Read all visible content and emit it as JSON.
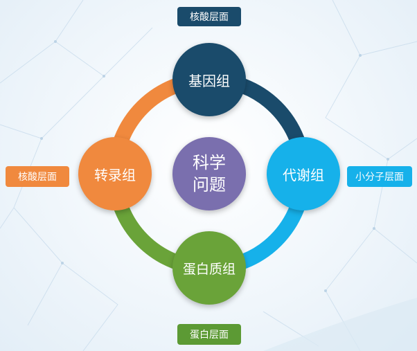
{
  "nodes": {
    "top": {
      "label": "基因组",
      "color": "#1a4b6b"
    },
    "right": {
      "label": "代谢组",
      "color": "#16b1ea"
    },
    "bottom": {
      "label": "蛋白质组",
      "color": "#6aa339"
    },
    "left": {
      "label": "转录组",
      "color": "#f0893e"
    },
    "center": {
      "line1": "科学",
      "line2": "问题",
      "color": "#7a6fae"
    }
  },
  "tags": {
    "top": {
      "label": "核酸层面",
      "color": "#1a4b6b"
    },
    "right": {
      "label": "小分子层面",
      "color": "#16b1ea"
    },
    "bottom": {
      "label": "蛋白层面",
      "color": "#5c9a34"
    },
    "left": {
      "label": "核酸层面",
      "color": "#f0893e"
    }
  }
}
